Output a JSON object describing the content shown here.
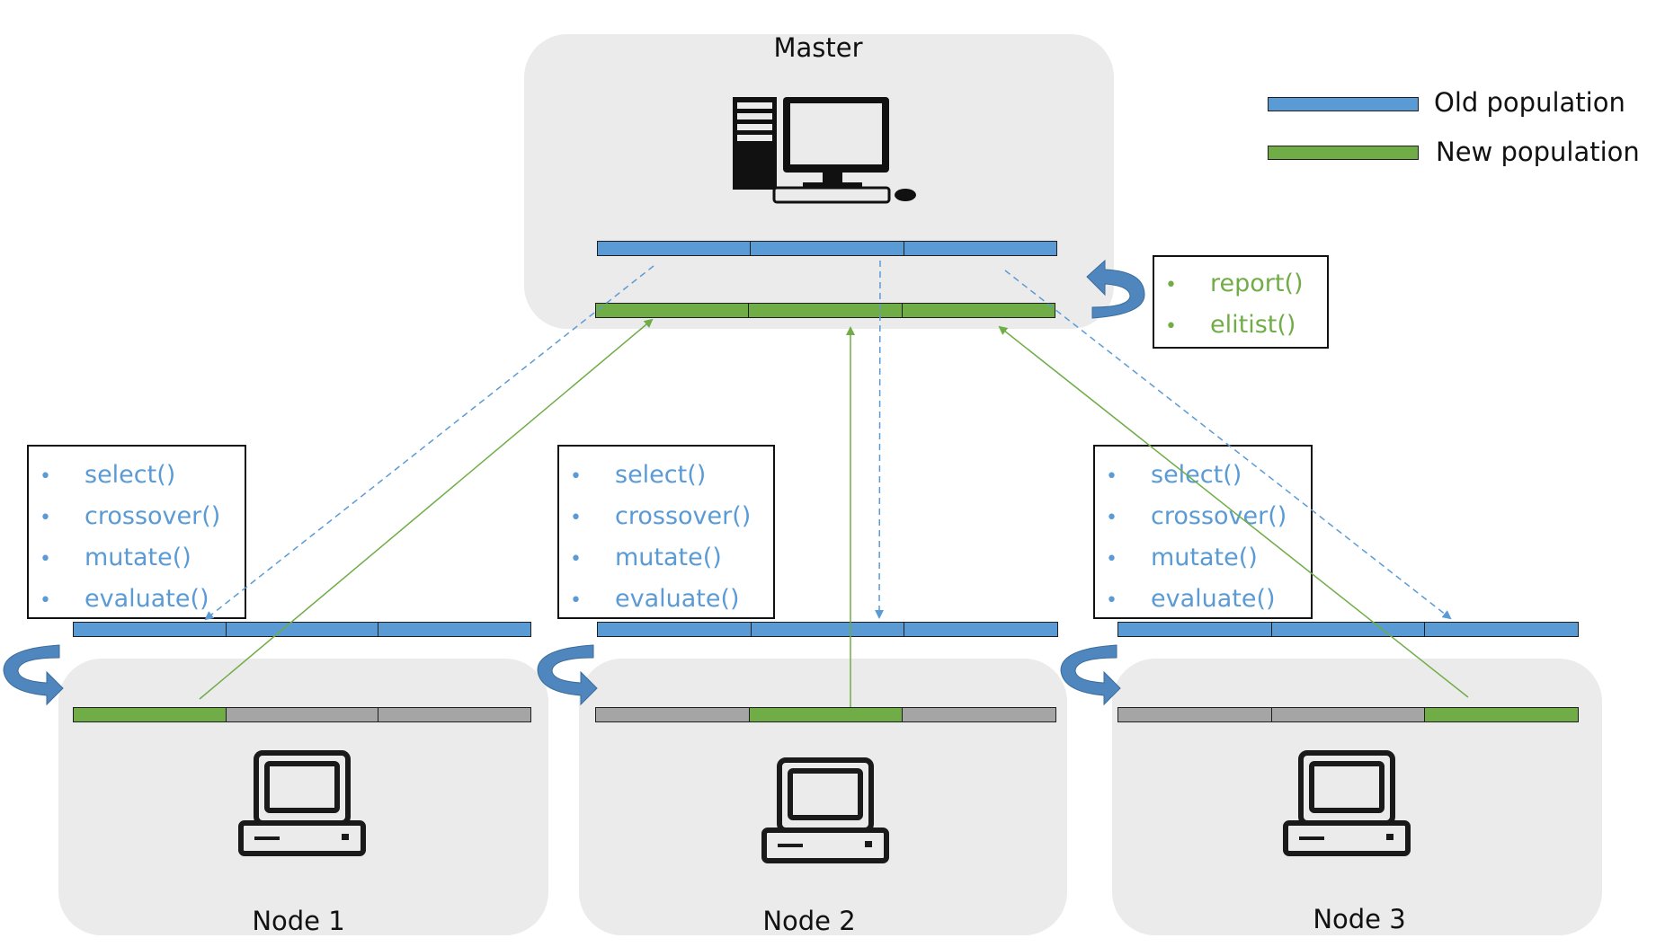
{
  "colors": {
    "old": "#5b9bd5",
    "new": "#70ad47",
    "empty": "#a5a5a5",
    "panel": "#ebebeb",
    "arrow": "#4a86c0"
  },
  "master": {
    "title": "Master",
    "old_bar": [
      "old",
      "old",
      "old"
    ],
    "new_bar": [
      "new",
      "new",
      "new"
    ],
    "functions": [
      "report()",
      "elitist()"
    ]
  },
  "legend": {
    "old_label": "Old population",
    "new_label": "New population"
  },
  "nodes": [
    {
      "title": "Node 1",
      "functions": [
        "select()",
        "crossover()",
        "mutate()",
        "evaluate()"
      ],
      "old_bar": [
        "old",
        "old",
        "old"
      ],
      "new_bar": [
        "new",
        "empty",
        "empty"
      ]
    },
    {
      "title": "Node 2",
      "functions": [
        "select()",
        "crossover()",
        "mutate()",
        "evaluate()"
      ],
      "old_bar": [
        "old",
        "old",
        "old"
      ],
      "new_bar": [
        "empty",
        "new",
        "empty"
      ]
    },
    {
      "title": "Node 3",
      "functions": [
        "select()",
        "crossover()",
        "mutate()",
        "evaluate()"
      ],
      "old_bar": [
        "old",
        "old",
        "old"
      ],
      "new_bar": [
        "empty",
        "empty",
        "new"
      ]
    }
  ],
  "icons": {
    "master": "desktop-computer-icon",
    "node": "retro-computer-icon",
    "loop": "curved-arrow-icon"
  }
}
